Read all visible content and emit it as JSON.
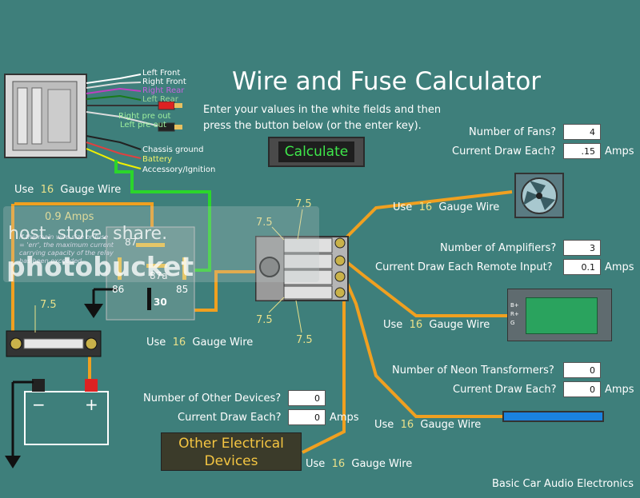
{
  "title": "Wire and Fuse Calculator",
  "instructions": [
    "Enter your values in the white fields and then",
    "press the button below (or the enter key)."
  ],
  "calculate_label": "Calculate",
  "footer": "Basic Car Audio Electronics",
  "harness_labels": [
    "Left Front",
    "Right Front",
    "Right Rear",
    "Left Rear",
    "Right pre out",
    "Left pre out",
    "Chassis ground",
    "Battery",
    "Accessory/Ignition"
  ],
  "use": "Use",
  "gauge": "Gauge Wire",
  "gauge_value": "16",
  "fuse_value": "7.5",
  "amps": "Amps",
  "main_current": "0.9 Amps",
  "main_note": "If the main wire size or fuse = 'err', the maximum current carrying capacity of the relay has been exceeded.",
  "relay": {
    "p87": "87",
    "p87a": "87a",
    "p86": "86",
    "p85": "85",
    "p30": "30"
  },
  "fans": {
    "label": "Number of Fans?",
    "count": "4",
    "current_label": "Current Draw Each?",
    "current": ".15"
  },
  "amps_section": {
    "label": "Number of Amplifiers?",
    "count": "3",
    "current_label": "Current Draw Each Remote Input?",
    "current": "0.1"
  },
  "amp_terminals": [
    "B+",
    "R+",
    "G"
  ],
  "neon": {
    "label": "Number of Neon Transformers?",
    "count": "0",
    "current_label": "Current Draw Each?",
    "current": "0"
  },
  "other": {
    "label": "Number of Other Devices?",
    "count": "0",
    "current_label": "Current Draw Each?",
    "current": "0",
    "box_label_1": "Other Electrical",
    "box_label_2": "Devices"
  },
  "battery": {
    "minus": "−",
    "plus": "+"
  },
  "watermark": {
    "line1": "host. store. share.",
    "line2": "photobucket"
  },
  "colors": {
    "background": "#3e7f7b",
    "wire": "#f0a020",
    "ground_wire": "#2bd62b",
    "accent_green": "#3fe84b"
  }
}
